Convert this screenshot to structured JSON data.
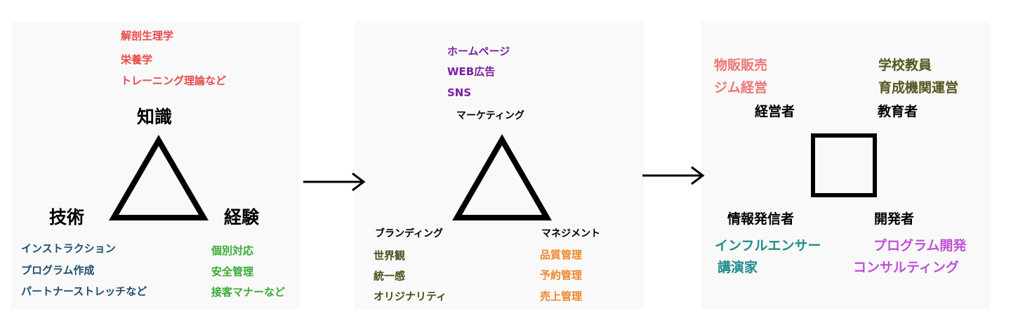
{
  "panel1": {
    "knowledge": {
      "title": "知識",
      "items": [
        "解剖生理学",
        "栄養学",
        "トレーニング理論など"
      ]
    },
    "skill": {
      "title": "技術",
      "items": [
        "インストラクション",
        "プログラム作成",
        "パートナーストレッチなど"
      ]
    },
    "experience": {
      "title": "経験",
      "items": [
        "個別対応",
        "安全管理",
        "接客マナーなど"
      ]
    }
  },
  "panel2": {
    "marketing": {
      "title": "マーケティング",
      "items": [
        "ホームページ",
        "WEB広告",
        "SNS"
      ]
    },
    "branding": {
      "title": "ブランディング",
      "items": [
        "世界観",
        "統一感",
        "オリジナリティ"
      ]
    },
    "management": {
      "title": "マネジメント",
      "items": [
        "品質管理",
        "予約管理",
        "売上管理"
      ]
    }
  },
  "panel3": {
    "manager": {
      "title": "経営者",
      "items": [
        "物販販売",
        "ジム経営"
      ]
    },
    "educator": {
      "title": "教育者",
      "items": [
        "学校教員",
        "育成機関運営"
      ]
    },
    "publisher": {
      "title": "情報発信者",
      "items": [
        "インフルエンサー",
        "講演家"
      ]
    },
    "developer": {
      "title": "開発者",
      "items": [
        "プログラム開発",
        "コンサルティング"
      ]
    }
  },
  "colors": {
    "knowledge": "#e84a4a",
    "skill": "#1d4e6e",
    "experience": "#3aaa35",
    "marketing": "#7b1fa2",
    "branding": "#4d4d1c",
    "management": "#f0862a",
    "manager": "#ef7676",
    "educator": "#555520",
    "publisher": "#1f8c8c",
    "developer": "#c050d8"
  }
}
